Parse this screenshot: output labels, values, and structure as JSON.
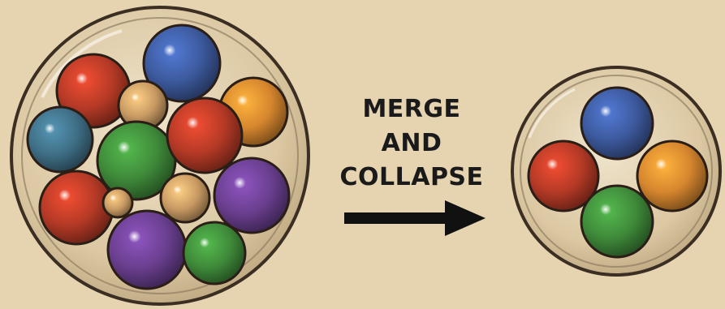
{
  "caption": {
    "line1": "MERGE",
    "line2": "AND",
    "line3": "COLLAPSE"
  },
  "colors": {
    "background": "#e6d3b0",
    "ink": "#1a1a1a",
    "red": "#b53a26",
    "blue": "#3d5a9e",
    "green": "#3f8a3a",
    "orange": "#d6862e",
    "purple": "#6a3f8f",
    "teal": "#3f6f86",
    "tan": "#c89a63"
  },
  "left_container": {
    "ball_count": 13,
    "ball_colors": [
      "blue",
      "red",
      "tan",
      "orange",
      "teal",
      "green",
      "red",
      "red",
      "tan",
      "purple",
      "purple",
      "green",
      "tan"
    ]
  },
  "right_container": {
    "ball_count": 4,
    "ball_colors": [
      "blue",
      "red",
      "orange",
      "green"
    ]
  }
}
